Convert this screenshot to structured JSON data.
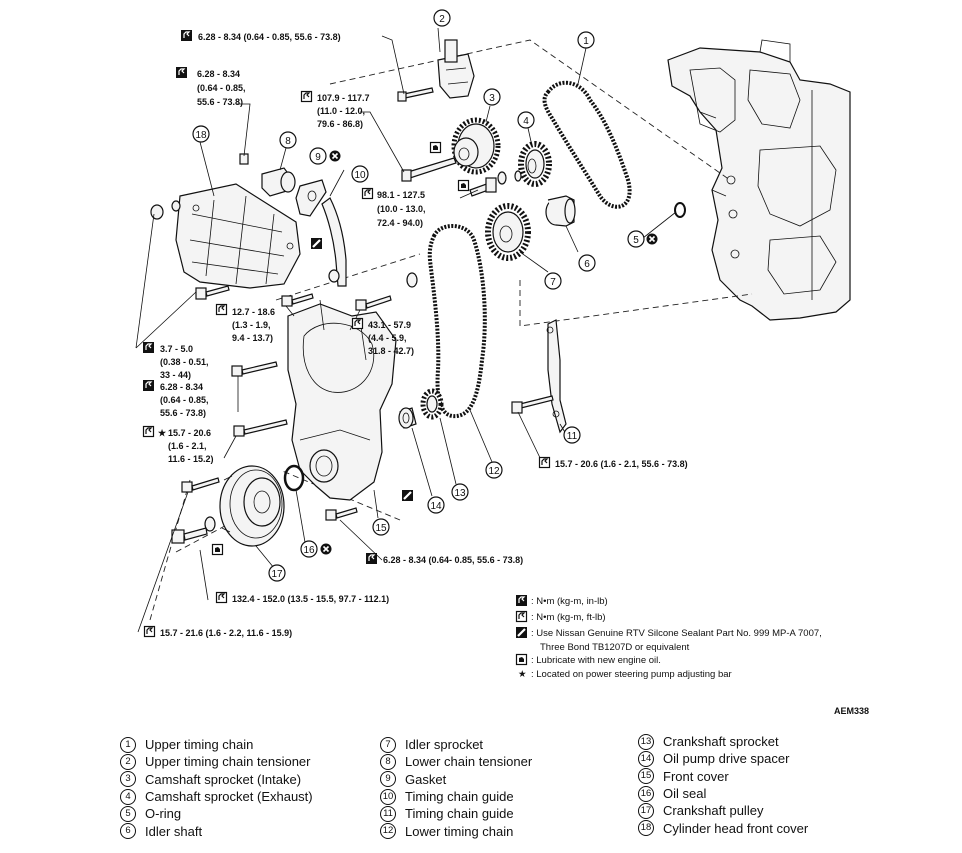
{
  "figure_code": "AEM338",
  "callouts": {
    "c1": "6.28 - 8.34 (0.64 - 0.85, 55.6 - 73.8)",
    "c2a": "6.28 - 8.34",
    "c2b": "(0.64 - 0.85,",
    "c2c": "55.6 - 73.8)",
    "c3a": "107.9 - 117.7",
    "c3b": "(11.0 - 12.0,",
    "c3c": "79.6 - 86.8)",
    "c4a": "98.1 - 127.5",
    "c4b": "(10.0 - 13.0,",
    "c4c": "72.4 - 94.0)",
    "c5a": "12.7 - 18.6",
    "c5b": "(1.3 - 1.9,",
    "c5c": "9.4 - 13.7)",
    "c6a": "43.1 - 57.9",
    "c6b": "(4.4 - 5.9,",
    "c6c": "31.8 - 42.7)",
    "c7a": "3.7 - 5.0",
    "c7b": "(0.38 - 0.51,",
    "c7c": "33 - 44)",
    "c8a": "6.28 - 8.34",
    "c8b": "(0.64 - 0.85,",
    "c8c": "55.6 - 73.8)",
    "c9a": "15.7 - 20.6",
    "c9b": "(1.6 - 2.1,",
    "c9c": "11.6 - 15.2)",
    "c10": "15.7 - 20.6 (1.6 - 2.1, 55.6 - 73.8)",
    "c11": "6.28 - 8.34 (0.64- 0.85, 55.6 - 73.8)",
    "c12": "132.4 - 152.0 (13.5 - 15.5, 97.7 - 112.1)",
    "c13": "15.7 - 21.6 (1.6 - 2.2, 11.6 - 15.9)"
  },
  "legend": {
    "nm_kgm_inlb": ": N•m (kg-m, in-lb)",
    "nm_kgm_ftlb": ": N•m (kg-m, ft-lb)",
    "sealant_1": ": Use Nissan Genuine RTV Silcone Sealant Part No. 999 MP-A 7007,",
    "sealant_2": "Three Bond TB1207D or equivalent",
    "lubricate": ": Lubricate with new engine oil.",
    "star": ": Located on power steering pump adjusting bar",
    "star_symbol": "★"
  },
  "parts": [
    {
      "num": "1",
      "name": "Upper timing chain"
    },
    {
      "num": "2",
      "name": "Upper timing chain tensioner"
    },
    {
      "num": "3",
      "name": "Camshaft sprocket (Intake)"
    },
    {
      "num": "4",
      "name": "Camshaft sprocket (Exhaust)"
    },
    {
      "num": "5",
      "name": "O-ring"
    },
    {
      "num": "6",
      "name": "Idler shaft"
    },
    {
      "num": "7",
      "name": "Idler sprocket"
    },
    {
      "num": "8",
      "name": "Lower chain tensioner"
    },
    {
      "num": "9",
      "name": "Gasket"
    },
    {
      "num": "10",
      "name": "Timing chain guide"
    },
    {
      "num": "11",
      "name": "Timing chain guide"
    },
    {
      "num": "12",
      "name": "Lower timing chain"
    },
    {
      "num": "13",
      "name": "Crankshaft sprocket"
    },
    {
      "num": "14",
      "name": "Oil pump drive spacer"
    },
    {
      "num": "15",
      "name": "Front cover"
    },
    {
      "num": "16",
      "name": "Oil seal"
    },
    {
      "num": "17",
      "name": "Crankshaft pulley"
    },
    {
      "num": "18",
      "name": "Cylinder head front cover"
    }
  ],
  "icons": {
    "torque_inlb": "torque-wrench-filled-icon",
    "torque_ftlb": "torque-wrench-outline-icon",
    "sealant": "sealant-tube-icon",
    "lubricate": "oil-can-icon",
    "replace": "do-not-reuse-icon"
  }
}
